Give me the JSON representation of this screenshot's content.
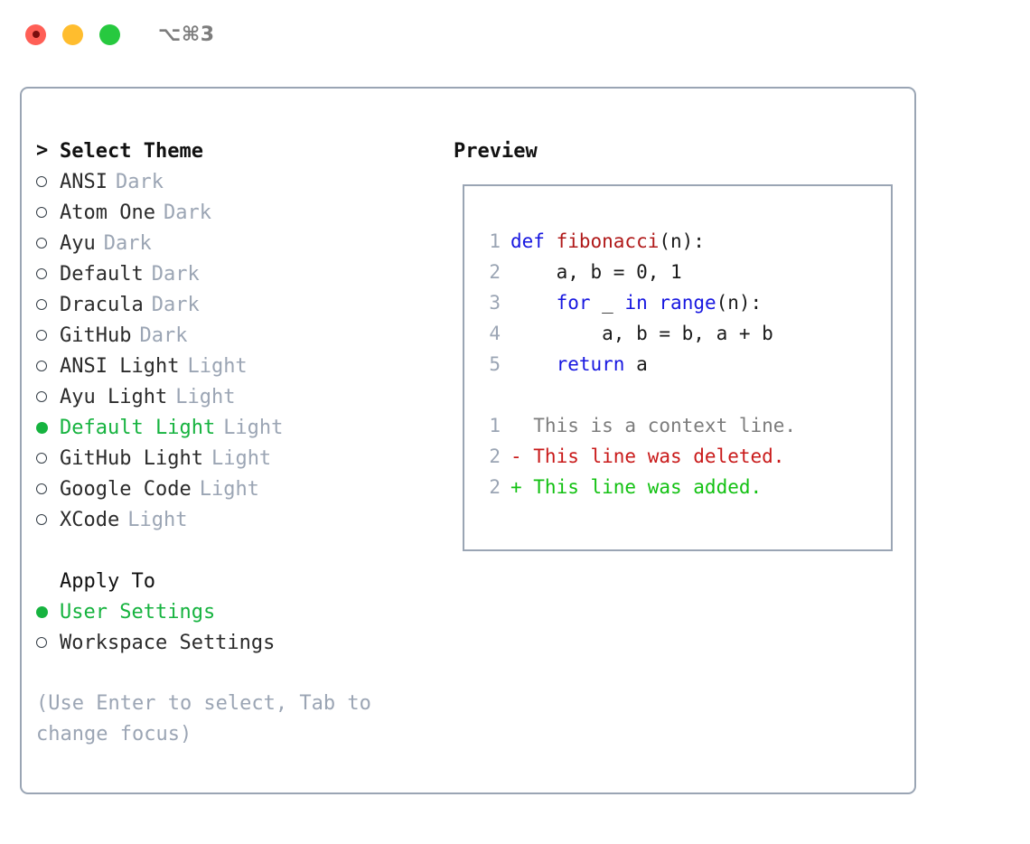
{
  "titlebar": {
    "shortcut": "⌥⌘3",
    "lights": [
      {
        "name": "close",
        "color": "#ff5f56"
      },
      {
        "name": "minimize",
        "color": "#ffbd2e"
      },
      {
        "name": "maximize",
        "color": "#27c93f"
      }
    ]
  },
  "theme_section": {
    "caret": ">",
    "heading": "Select Theme",
    "items": [
      {
        "label": "ANSI",
        "badge": "Dark",
        "selected": false
      },
      {
        "label": "Atom One",
        "badge": "Dark",
        "selected": false
      },
      {
        "label": "Ayu",
        "badge": "Dark",
        "selected": false
      },
      {
        "label": "Default",
        "badge": "Dark",
        "selected": false
      },
      {
        "label": "Dracula",
        "badge": "Dark",
        "selected": false
      },
      {
        "label": "GitHub",
        "badge": "Dark",
        "selected": false
      },
      {
        "label": "ANSI Light",
        "badge": "Light",
        "selected": false
      },
      {
        "label": "Ayu Light",
        "badge": "Light",
        "selected": false
      },
      {
        "label": "Default Light",
        "badge": "Light",
        "selected": true
      },
      {
        "label": "GitHub Light",
        "badge": "Light",
        "selected": false
      },
      {
        "label": "Google Code",
        "badge": "Light",
        "selected": false
      },
      {
        "label": "XCode",
        "badge": "Light",
        "selected": false
      }
    ]
  },
  "apply_to_section": {
    "heading": "Apply To",
    "items": [
      {
        "label": "User Settings",
        "selected": true
      },
      {
        "label": "Workspace Settings",
        "selected": false
      }
    ]
  },
  "hint": "(Use Enter to select, Tab to change focus)",
  "preview": {
    "title": "Preview",
    "code_lines": [
      {
        "lineno": "1",
        "tokens": [
          {
            "text": "def ",
            "kind": "kw"
          },
          {
            "text": "fibonacci",
            "kind": "fn"
          },
          {
            "text": "(n):",
            "kind": "plain"
          }
        ]
      },
      {
        "lineno": "2",
        "tokens": [
          {
            "text": "    a, b = 0, 1",
            "kind": "plain"
          }
        ]
      },
      {
        "lineno": "3",
        "tokens": [
          {
            "text": "    ",
            "kind": "plain"
          },
          {
            "text": "for",
            "kind": "kw"
          },
          {
            "text": " _ ",
            "kind": "plain"
          },
          {
            "text": "in",
            "kind": "kw"
          },
          {
            "text": " ",
            "kind": "plain"
          },
          {
            "text": "range",
            "kind": "kw"
          },
          {
            "text": "(n):",
            "kind": "plain"
          }
        ]
      },
      {
        "lineno": "4",
        "tokens": [
          {
            "text": "        a, b = b, a + b",
            "kind": "plain"
          }
        ]
      },
      {
        "lineno": "5",
        "tokens": [
          {
            "text": "    ",
            "kind": "plain"
          },
          {
            "text": "return",
            "kind": "kw"
          },
          {
            "text": " a",
            "kind": "plain"
          }
        ]
      },
      {
        "lineno": "",
        "tokens": []
      },
      {
        "lineno": "1",
        "tokens": [
          {
            "text": "  This is a context line.",
            "kind": "ctx"
          }
        ]
      },
      {
        "lineno": "2",
        "tokens": [
          {
            "text": "- This line was deleted.",
            "kind": "del"
          }
        ]
      },
      {
        "lineno": "2",
        "tokens": [
          {
            "text": "+ This line was added.",
            "kind": "add"
          }
        ]
      }
    ]
  },
  "colors": {
    "accent_green": "#16b33f",
    "muted": "#9ba5b4",
    "border": "#9aa5b4",
    "keyword_blue": "#1717e0",
    "function_red": "#b01919",
    "diff_delete": "#c91a1a",
    "diff_add": "#12c112",
    "context_grey": "#7c7c7c"
  }
}
